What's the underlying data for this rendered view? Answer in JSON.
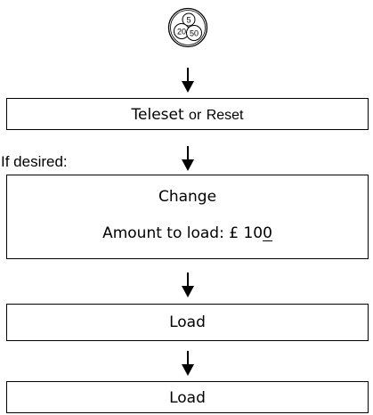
{
  "coin_icon": {
    "values": [
      "5",
      "20",
      "50"
    ]
  },
  "steps": {
    "step1": {
      "primary": "Teleset",
      "connector": "or",
      "secondary": "Reset"
    },
    "step2": {
      "condition_label": "If desired:",
      "line1": "Change",
      "line2_prefix": "Amount to load: £ 10",
      "line2_underlined": "0"
    },
    "step3": {
      "label": "Load"
    },
    "step4": {
      "label": "Load"
    }
  }
}
